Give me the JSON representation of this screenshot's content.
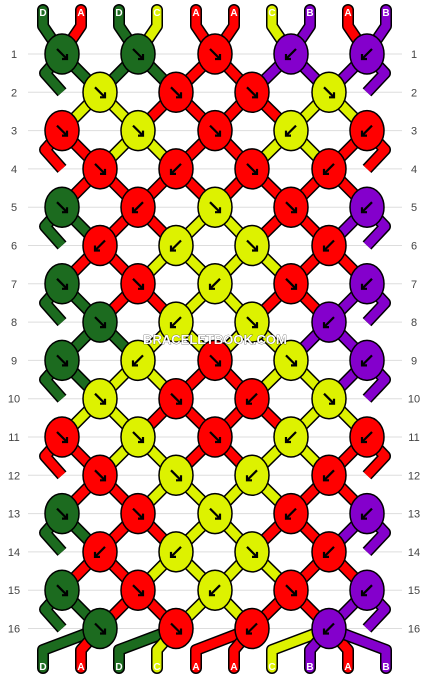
{
  "watermark": "BRACELETBOOK.COM",
  "colors": {
    "D": "#1c6b1f",
    "A": "#ff0000",
    "C": "#ddf200",
    "B": "#8400cc"
  },
  "strands_top": [
    "D",
    "A",
    "D",
    "C",
    "A",
    "A",
    "C",
    "B",
    "A",
    "B"
  ],
  "strands_bottom": [
    "D",
    "A",
    "D",
    "C",
    "A",
    "A",
    "C",
    "B",
    "A",
    "B"
  ],
  "row_numbers": [
    "1",
    "2",
    "3",
    "4",
    "5",
    "6",
    "7",
    "8",
    "9",
    "10",
    "11",
    "12",
    "13",
    "14",
    "15",
    "16"
  ],
  "knots": [
    [
      {
        "c": "D",
        "d": "r"
      },
      {
        "c": "D",
        "d": "r"
      },
      {
        "c": "A",
        "d": "r"
      },
      {
        "c": "B",
        "d": "l"
      },
      {
        "c": "B",
        "d": "l"
      }
    ],
    [
      {
        "c": "C",
        "d": "r"
      },
      {
        "c": "A",
        "d": "r"
      },
      {
        "c": "A",
        "d": "r"
      },
      {
        "c": "C",
        "d": "r"
      }
    ],
    [
      {
        "c": "A",
        "d": "r"
      },
      {
        "c": "C",
        "d": "r"
      },
      {
        "c": "A",
        "d": "r"
      },
      {
        "c": "C",
        "d": "l"
      },
      {
        "c": "A",
        "d": "l"
      }
    ],
    [
      {
        "c": "A",
        "d": "r"
      },
      {
        "c": "A",
        "d": "l"
      },
      {
        "c": "A",
        "d": "r"
      },
      {
        "c": "A",
        "d": "l"
      }
    ],
    [
      {
        "c": "D",
        "d": "r"
      },
      {
        "c": "A",
        "d": "l"
      },
      {
        "c": "C",
        "d": "r"
      },
      {
        "c": "A",
        "d": "r"
      },
      {
        "c": "B",
        "d": "l"
      }
    ],
    [
      {
        "c": "A",
        "d": "l"
      },
      {
        "c": "C",
        "d": "l"
      },
      {
        "c": "C",
        "d": "r"
      },
      {
        "c": "A",
        "d": "l"
      }
    ],
    [
      {
        "c": "D",
        "d": "r"
      },
      {
        "c": "A",
        "d": "r"
      },
      {
        "c": "C",
        "d": "l"
      },
      {
        "c": "A",
        "d": "r"
      },
      {
        "c": "B",
        "d": "l"
      }
    ],
    [
      {
        "c": "D",
        "d": "r"
      },
      {
        "c": "C",
        "d": "l"
      },
      {
        "c": "C",
        "d": "r"
      },
      {
        "c": "B",
        "d": "l"
      }
    ],
    [
      {
        "c": "D",
        "d": "r"
      },
      {
        "c": "C",
        "d": "l"
      },
      {
        "c": "A",
        "d": "r"
      },
      {
        "c": "C",
        "d": "r"
      },
      {
        "c": "B",
        "d": "l"
      }
    ],
    [
      {
        "c": "C",
        "d": "r"
      },
      {
        "c": "A",
        "d": "r"
      },
      {
        "c": "A",
        "d": "l"
      },
      {
        "c": "C",
        "d": "r"
      }
    ],
    [
      {
        "c": "A",
        "d": "r"
      },
      {
        "c": "C",
        "d": "r"
      },
      {
        "c": "A",
        "d": "r"
      },
      {
        "c": "C",
        "d": "l"
      },
      {
        "c": "A",
        "d": "l"
      }
    ],
    [
      {
        "c": "A",
        "d": "r"
      },
      {
        "c": "C",
        "d": "r"
      },
      {
        "c": "C",
        "d": "l"
      },
      {
        "c": "A",
        "d": "l"
      }
    ],
    [
      {
        "c": "D",
        "d": "r"
      },
      {
        "c": "A",
        "d": "r"
      },
      {
        "c": "C",
        "d": "r"
      },
      {
        "c": "A",
        "d": "l"
      },
      {
        "c": "B",
        "d": "l"
      }
    ],
    [
      {
        "c": "A",
        "d": "l"
      },
      {
        "c": "C",
        "d": "l"
      },
      {
        "c": "C",
        "d": "r"
      },
      {
        "c": "A",
        "d": "l"
      }
    ],
    [
      {
        "c": "D",
        "d": "r"
      },
      {
        "c": "A",
        "d": "r"
      },
      {
        "c": "C",
        "d": "l"
      },
      {
        "c": "A",
        "d": "r"
      },
      {
        "c": "B",
        "d": "l"
      }
    ],
    [
      {
        "c": "D",
        "d": "r"
      },
      {
        "c": "A",
        "d": "r"
      },
      {
        "c": "A",
        "d": "l"
      },
      {
        "c": "B",
        "d": "l"
      }
    ]
  ]
}
